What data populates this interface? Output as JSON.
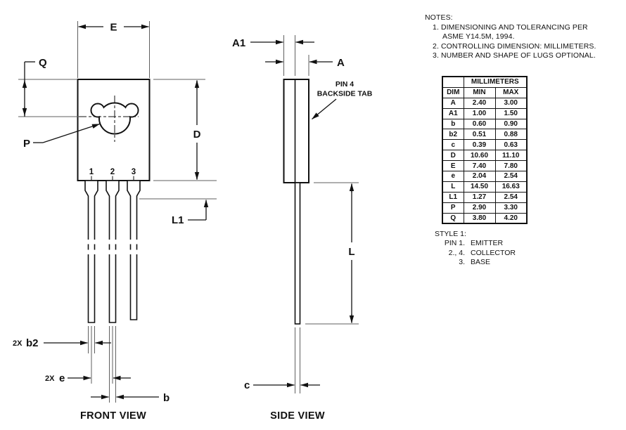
{
  "notes": {
    "title": "NOTES:",
    "n1a": "1. DIMENSIONING AND TOLERANCING PER",
    "n1b": "ASME Y14.5M, 1994.",
    "n2": "2. CONTROLLING DIMENSION: MILLIMETERS.",
    "n3": "3. NUMBER AND SHAPE OF LUGS OPTIONAL."
  },
  "table": {
    "unit_header": "MILLIMETERS",
    "col_dim": "DIM",
    "col_min": "MIN",
    "col_max": "MAX",
    "rows": [
      {
        "dim": "A",
        "min": "2.40",
        "max": "3.00"
      },
      {
        "dim": "A1",
        "min": "1.00",
        "max": "1.50"
      },
      {
        "dim": "b",
        "min": "0.60",
        "max": "0.90"
      },
      {
        "dim": "b2",
        "min": "0.51",
        "max": "0.88"
      },
      {
        "dim": "c",
        "min": "0.39",
        "max": "0.63"
      },
      {
        "dim": "D",
        "min": "10.60",
        "max": "11.10"
      },
      {
        "dim": "E",
        "min": "7.40",
        "max": "7.80"
      },
      {
        "dim": "e",
        "min": "2.04",
        "max": "2.54"
      },
      {
        "dim": "L",
        "min": "14.50",
        "max": "16.63"
      },
      {
        "dim": "L1",
        "min": "1.27",
        "max": "2.54"
      },
      {
        "dim": "P",
        "min": "2.90",
        "max": "3.30"
      },
      {
        "dim": "Q",
        "min": "3.80",
        "max": "4.20"
      }
    ]
  },
  "style1": {
    "title": "STYLE 1:",
    "rows": [
      {
        "pin": "PIN 1.",
        "fn": "EMITTER"
      },
      {
        "pin": "2., 4.",
        "fn": "COLLECTOR"
      },
      {
        "pin": "3.",
        "fn": "BASE"
      }
    ]
  },
  "front_view": {
    "title": "FRONT VIEW",
    "pins": [
      "1",
      "2",
      "3"
    ],
    "dims": {
      "E": "E",
      "Q": "Q",
      "P": "P",
      "D": "D",
      "L1": "L1",
      "b": "b",
      "b2": "b2",
      "e": "e",
      "two_x": "2X"
    }
  },
  "side_view": {
    "title": "SIDE VIEW",
    "dims": {
      "A": "A",
      "A1": "A1",
      "L": "L",
      "c": "c"
    },
    "callout_line1": "PIN 4",
    "callout_line2": "BACKSIDE TAB"
  }
}
